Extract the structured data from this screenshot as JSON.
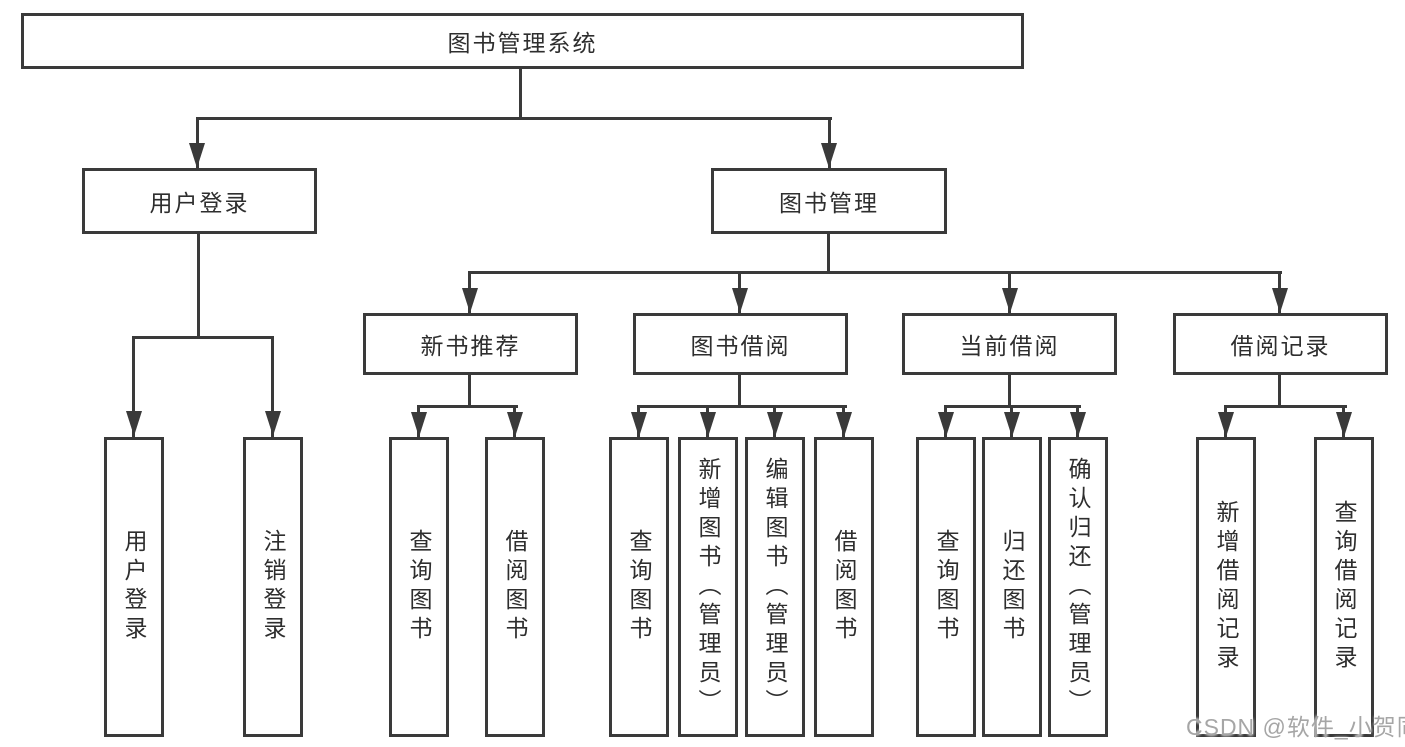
{
  "diagram": {
    "title": "图书管理系统",
    "level1": [
      "用户登录",
      "图书管理"
    ],
    "level2": [
      "新书推荐",
      "图书借阅",
      "当前借阅",
      "借阅记录"
    ],
    "leaves": {
      "user_login": [
        "用户登录",
        "注销登录"
      ],
      "new_book_recommend": [
        "查询图书",
        "借阅图书"
      ],
      "book_borrow": [
        "查询图书",
        "新增图书（管理员）",
        "编辑图书（管理员）",
        "借阅图书"
      ],
      "current_borrow": [
        "查询图书",
        "归还图书",
        "确认归还（管理员）"
      ],
      "borrow_records": [
        "新增借阅记录",
        "查询借阅记录"
      ]
    },
    "colors": {
      "line": "#3a3a3a",
      "text": "#2e2e2e",
      "box_background": "#ffffff",
      "watermark": "#a6a6a6"
    }
  },
  "watermark": {
    "text": "CSDN @软件_小贺同学"
  }
}
